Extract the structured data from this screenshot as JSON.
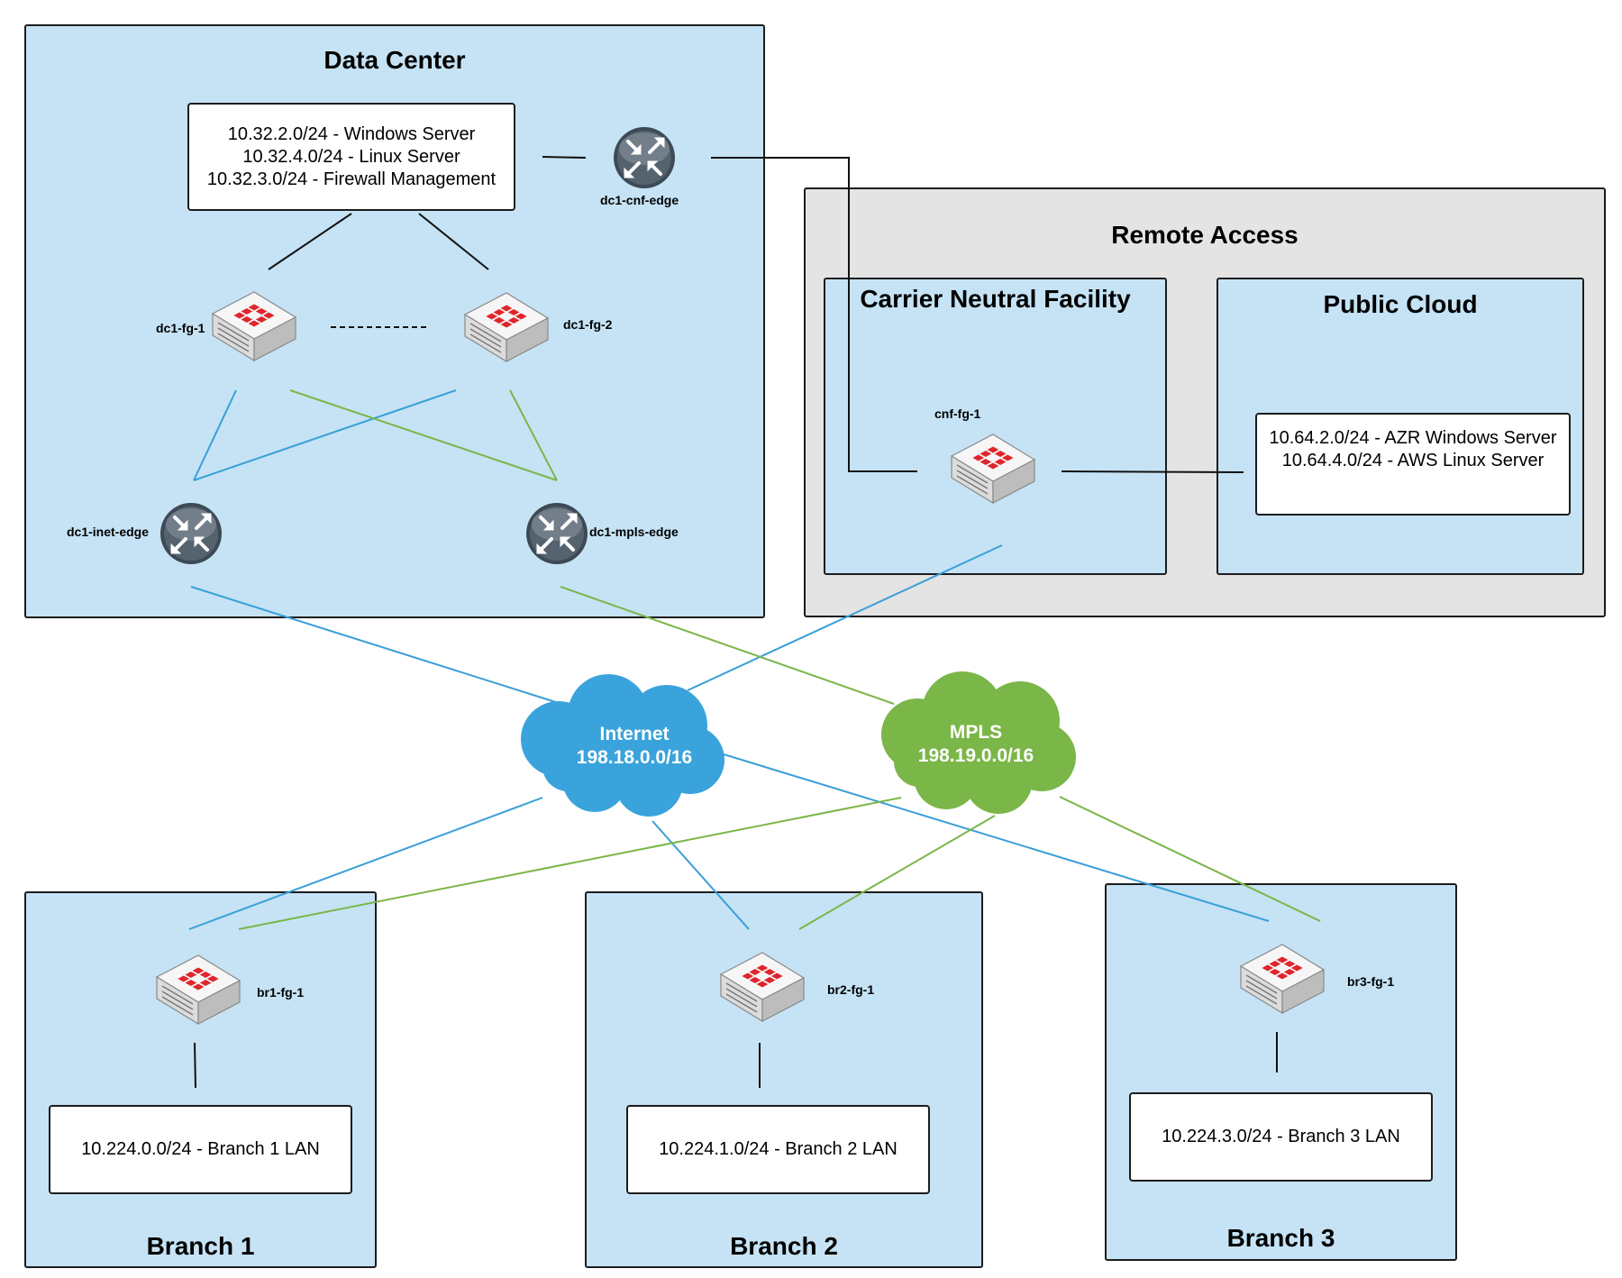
{
  "zones": {
    "data_center": "Data Center",
    "remote_access": "Remote Access",
    "carrier_neutral": "Carrier Neutral Facility",
    "public_cloud": "Public Cloud",
    "branch1": "Branch 1",
    "branch2": "Branch 2",
    "branch3": "Branch 3"
  },
  "subnets": {
    "dc": [
      "10.32.2.0/24 - Windows Server",
      "10.32.4.0/24 - Linux Server",
      "10.32.3.0/24 - Firewall Management"
    ],
    "cloud": [
      "10.64.2.0/24 - AZR Windows Server",
      "10.64.4.0/24 - AWS Linux Server"
    ],
    "branch1": "10.224.0.0/24 - Branch 1 LAN",
    "branch2": "10.224.1.0/24 - Branch 2 LAN",
    "branch3": "10.224.3.0/24 - Branch 3 LAN"
  },
  "devices": {
    "dc1_cnf_edge": "dc1-cnf-edge",
    "dc1_fg_1": "dc1-fg-1",
    "dc1_fg_2": "dc1-fg-2",
    "dc1_inet_edge": "dc1-inet-edge",
    "dc1_mpls_edge": "dc1-mpls-edge",
    "cnf_fg_1": "cnf-fg-1",
    "br1_fg_1": "br1-fg-1",
    "br2_fg_1": "br2-fg-1",
    "br3_fg_1": "br3-fg-1"
  },
  "clouds": {
    "internet": {
      "name": "Internet",
      "subnet": "198.18.0.0/16"
    },
    "mpls": {
      "name": "MPLS",
      "subnet": "198.19.0.0/16"
    }
  },
  "colors": {
    "zone_fill": "#c5e3f5",
    "remote_fill": "#e4e4e4",
    "internet_link": "#3a9fd8",
    "mpls_link": "#7ab648",
    "internet_cloud": "#3aa3dc",
    "mpls_cloud": "#7ab648",
    "firewall_logo": "#e0252b"
  }
}
